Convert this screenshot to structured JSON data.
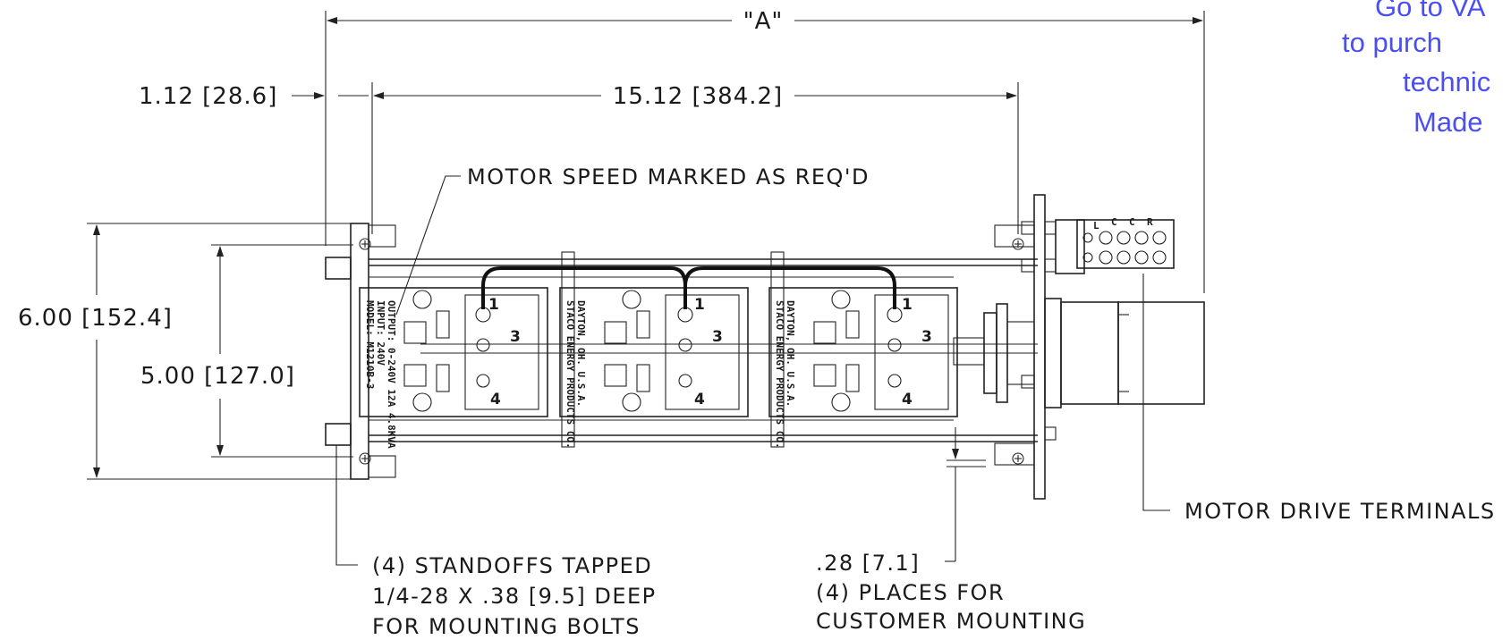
{
  "dimensions": {
    "overall": "\"A\"",
    "standoff_offset": "1.12 [28.6]",
    "mounting_span": "15.12 [384.2]",
    "overall_height": "6.00 [152.4]",
    "mounting_height": "5.00 [127.0]",
    "foot_slot": ".28 [7.1]"
  },
  "notes": {
    "motor_speed": "MOTOR SPEED MARKED AS REQ'D",
    "motor_terminals": "MOTOR DRIVE TERMINALS",
    "standoffs": [
      "(4) STANDOFFS TAPPED",
      "1/4-28 X .38 [9.5] DEEP",
      "FOR MOUNTING BOLTS"
    ],
    "mounting_places": [
      "(4) PLACES FOR",
      "CUSTOMER MOUNTING"
    ]
  },
  "labels": {
    "model_plate": [
      "MODEL: M1210B-3",
      "INPUT: 240V",
      "OUTPUT: 0-240V 12A 4.8KVA"
    ],
    "manufacturer": [
      "STACO ENERGY PRODUCTS CO.",
      "DAYTON, OH. U.S.A."
    ],
    "terminal_numbers": [
      "1",
      "3",
      "4"
    ],
    "terminal_block": [
      "L",
      "C",
      "C",
      "R"
    ]
  },
  "promo": {
    "lines": [
      "Go to VA",
      "to purch",
      "technic",
      "Made"
    ]
  },
  "colors": {
    "line": "#222222",
    "promo": "#4b4ff0",
    "background": "#ffffff"
  }
}
